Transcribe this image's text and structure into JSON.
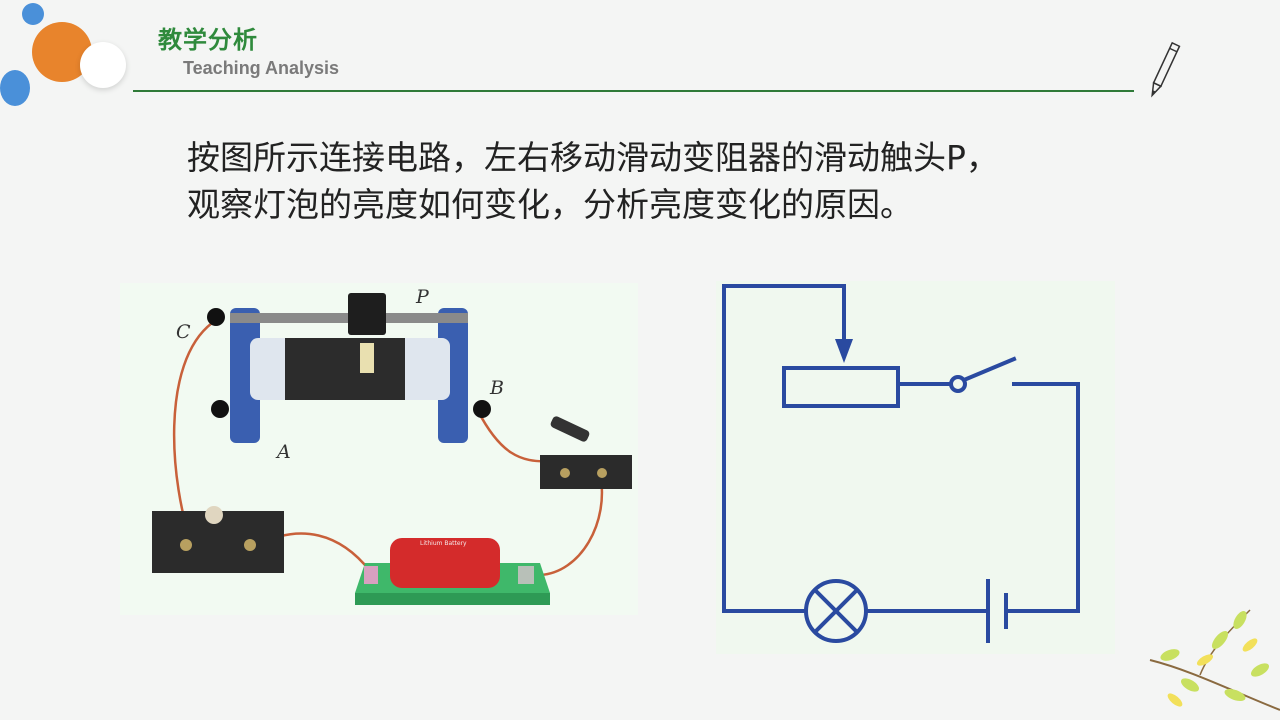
{
  "header": {
    "title_zh": "教学分析",
    "title_en": "Teaching Analysis"
  },
  "body": {
    "line1": "按图所示连接电路，左右移动滑动变阻器的滑动触头P，",
    "line2": "观察灯泡的亮度如何变化，分析亮度变化的原因。"
  },
  "photo": {
    "labels": {
      "C": "C",
      "P": "P",
      "B": "B",
      "A": "A"
    },
    "battery_text": "Lithium Battery"
  },
  "colors": {
    "accent_green": "#2f8a3c",
    "circuit_blue": "#2a4aa0",
    "orange": "#e8842c",
    "blue_dot": "#4a90d9"
  },
  "icons": [
    "pencil-icon",
    "leaves-decoration"
  ]
}
